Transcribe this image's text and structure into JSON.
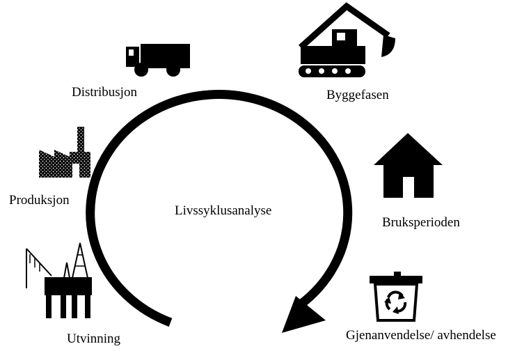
{
  "center_label": "Livssyklusanalyse",
  "stages": {
    "distribution": {
      "label": "Distribusjon",
      "icon": "truck-icon"
    },
    "construction": {
      "label": "Byggefasen",
      "icon": "excavator-icon"
    },
    "production": {
      "label": "Produksjon",
      "icon": "factory-icon"
    },
    "use": {
      "label": "Bruksperioden",
      "icon": "house-icon"
    },
    "extraction": {
      "label": "Utvinning",
      "icon": "oil-platform-icon"
    },
    "end_of_life": {
      "label": "Gjenanvendelse/ avhendelse",
      "icon": "recycle-bin-icon"
    }
  },
  "colors": {
    "ink": "#000000",
    "background": "#ffffff"
  }
}
